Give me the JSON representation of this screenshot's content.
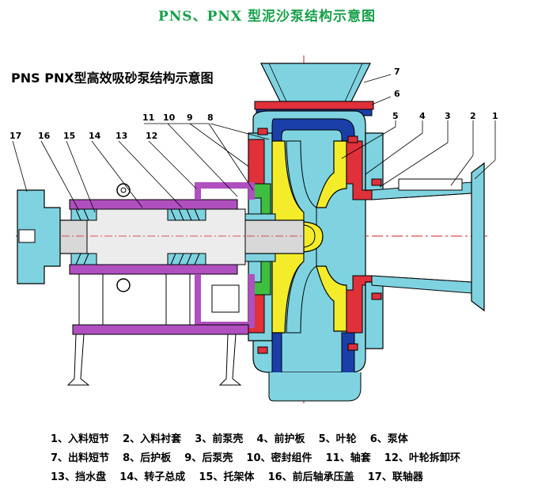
{
  "page_heading": "PNS、PNX 型泥沙泵结构示意图",
  "diagram_title": "PNS PNX型高效吸砂泵结构示意图",
  "part_numbers": [
    "1",
    "2",
    "3",
    "4",
    "5",
    "6",
    "7",
    "8",
    "9",
    "10",
    "11",
    "12",
    "13",
    "14",
    "15",
    "16",
    "17"
  ],
  "legend": [
    [
      "1、入料短节",
      "2、入料衬套",
      "3、前泵壳",
      "4、前护板",
      "5、叶轮",
      "6、泵体"
    ],
    [
      "7、出料短节",
      "8、后护板",
      "9、后泵壳",
      "10、密封组件",
      "11、轴套",
      "12、叶轮拆卸环"
    ],
    [
      "13、挡水盘",
      "14、转子总成",
      "15、托架体",
      "16、前后轴承压盖",
      "17、联轴器"
    ]
  ],
  "colors": {
    "heading_green": "#17a04a",
    "casing_cyan": "#7fd3e0",
    "liner_blue": "#1b3fa8",
    "impeller_yellow": "#f4ec2a",
    "plate_red": "#e0303a",
    "frame_purple": "#b04fc0",
    "seal_green": "#3fbf3f",
    "shaft_gray": "#d8d8d8",
    "centerline_red": "#d02020"
  }
}
